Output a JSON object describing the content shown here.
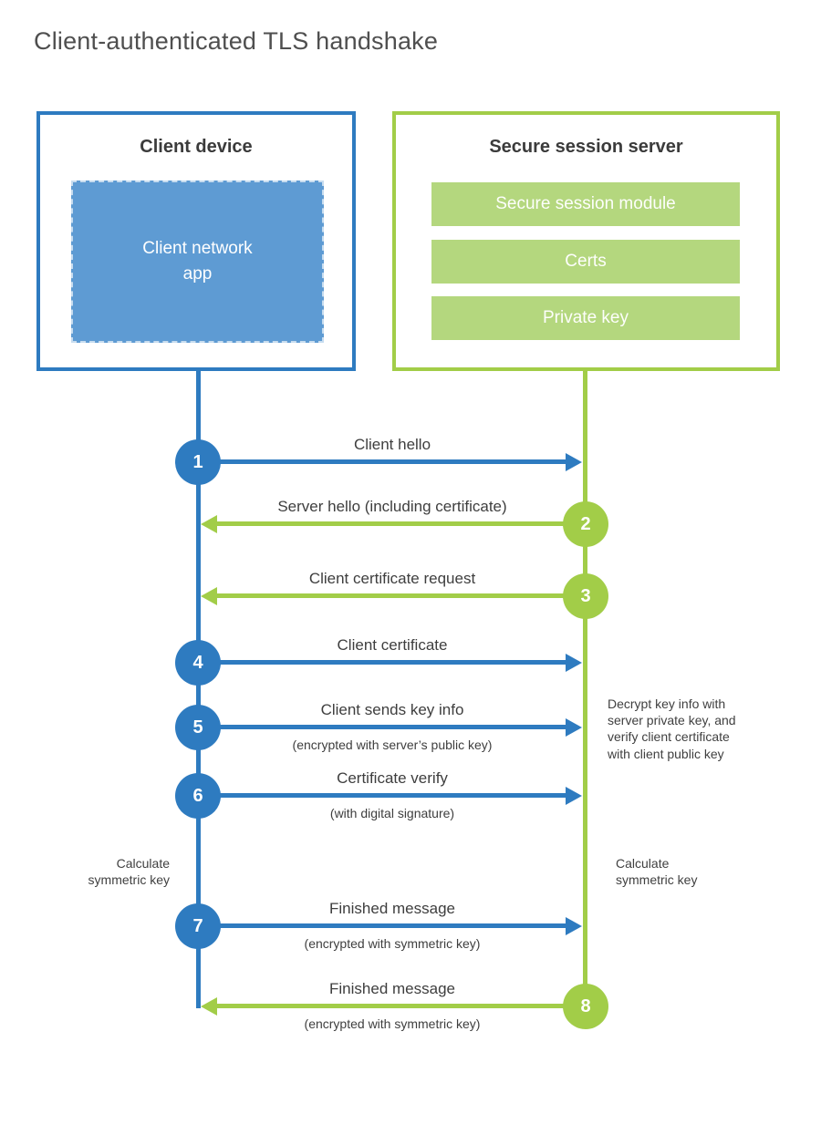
{
  "page": {
    "title": "Client-authenticated TLS handshake"
  },
  "colors": {
    "blue_accent": "#2e7bc0",
    "blue_fill": "#5e9bd3",
    "green_accent": "#a2cd48",
    "green_fill": "#b4d77e",
    "text": "#3e3e3e"
  },
  "client": {
    "title": "Client device",
    "app_label": "Client network\napp"
  },
  "server": {
    "title": "Secure session server",
    "modules": [
      "Secure session module",
      "Certs",
      "Private key"
    ]
  },
  "steps": [
    {
      "num": "1",
      "label": "Client hello",
      "sub": "",
      "direction": "client-to-server",
      "color": "blue"
    },
    {
      "num": "2",
      "label": "Server hello (including certificate)",
      "sub": "",
      "direction": "server-to-client",
      "color": "green"
    },
    {
      "num": "3",
      "label": "Client certificate request",
      "sub": "",
      "direction": "server-to-client",
      "color": "green"
    },
    {
      "num": "4",
      "label": "Client certificate",
      "sub": "",
      "direction": "client-to-server",
      "color": "blue"
    },
    {
      "num": "5",
      "label": "Client sends key info",
      "sub": "(encrypted with server’s public key)",
      "direction": "client-to-server",
      "color": "blue"
    },
    {
      "num": "6",
      "label": "Certificate verify",
      "sub": "(with digital signature)",
      "direction": "client-to-server",
      "color": "blue"
    },
    {
      "num": "7",
      "label": "Finished message",
      "sub": "(encrypted with symmetric key)",
      "direction": "client-to-server",
      "color": "blue"
    },
    {
      "num": "8",
      "label": "Finished message",
      "sub": "(encrypted with symmetric key)",
      "direction": "server-to-client",
      "color": "green"
    }
  ],
  "notes": {
    "decrypt": "Decrypt key info with\nserver private key, and\nverify client certificate\nwith client public key",
    "calc_left": "Calculate\nsymmetric key",
    "calc_right": "Calculate\nsymmetric key"
  }
}
